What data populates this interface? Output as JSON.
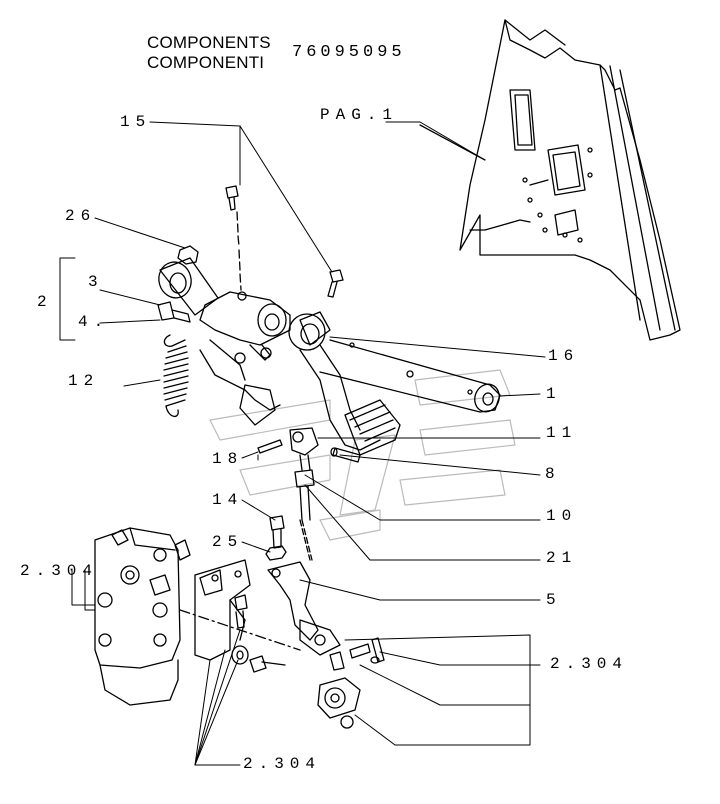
{
  "header": {
    "title_line1": "COMPONENTS",
    "title_line2": "COMPONENTI",
    "part_number": "76095095"
  },
  "callouts": {
    "pag1": "PAG.1",
    "c15": "15",
    "c26": "26",
    "c3": "3",
    "c2": "2",
    "c4": "4.",
    "c12": "12",
    "c16": "16",
    "c1": "1",
    "c11": "11",
    "c18": "18",
    "c8": "8",
    "c14": "14",
    "c10": "10",
    "c25": "25",
    "c21": "21",
    "c2304_left": "2.304",
    "c5": "5",
    "c2304_right": "2.304",
    "c2304_bottom": "2.304"
  }
}
